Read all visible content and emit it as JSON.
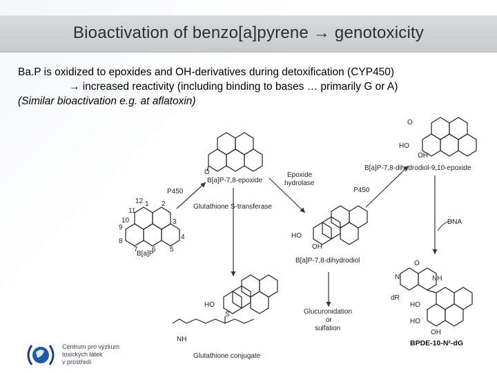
{
  "slide": {
    "title": "Bioactivation of benzo[a]pyrene → genotoxicity",
    "lines": [
      "Ba.P is oxidized to epoxides and OH-derivatives during detoxification (CYP450)",
      "→ increased reactivity (including binding to bases … primarily G or A)",
      "(Similar bioactivation e.g. at aflatoxin)"
    ]
  },
  "scheme": {
    "bap": "B[a]P",
    "epoxide": "B[a]P-7,8-epoxide",
    "dihydrodiol": "B[a]P-7,8-dihydrodiol",
    "diol_epoxide": "B[a]P-7,8-dihydrodiol-9,10-epoxide",
    "adduct": "BPDE-10-N²-dG",
    "gsh_conjugate": "Glutathione conjugate",
    "p450_a": "P450",
    "p450_b": "P450",
    "epoxide_hydrolase_1": "Epoxide",
    "epoxide_hydrolase_2": "hydrolase",
    "gst": "Glutathione S-transferase",
    "gluc_1": "Glucuronidation",
    "gluc_2": "or",
    "gluc_3": "sulfation",
    "dna": "DNA",
    "oh": "OH",
    "ho": "HO",
    "o": "O",
    "s": "S",
    "nh": "NH",
    "n": "N",
    "dr": "dR",
    "ring_numbers": [
      "1",
      "2",
      "3",
      "4",
      "5",
      "6",
      "7",
      "8",
      "9",
      "10",
      "11",
      "12"
    ]
  },
  "logo": {
    "line1": "Centrum pro výzkum",
    "line2": "toxických látek",
    "line3": "v prostředí"
  }
}
